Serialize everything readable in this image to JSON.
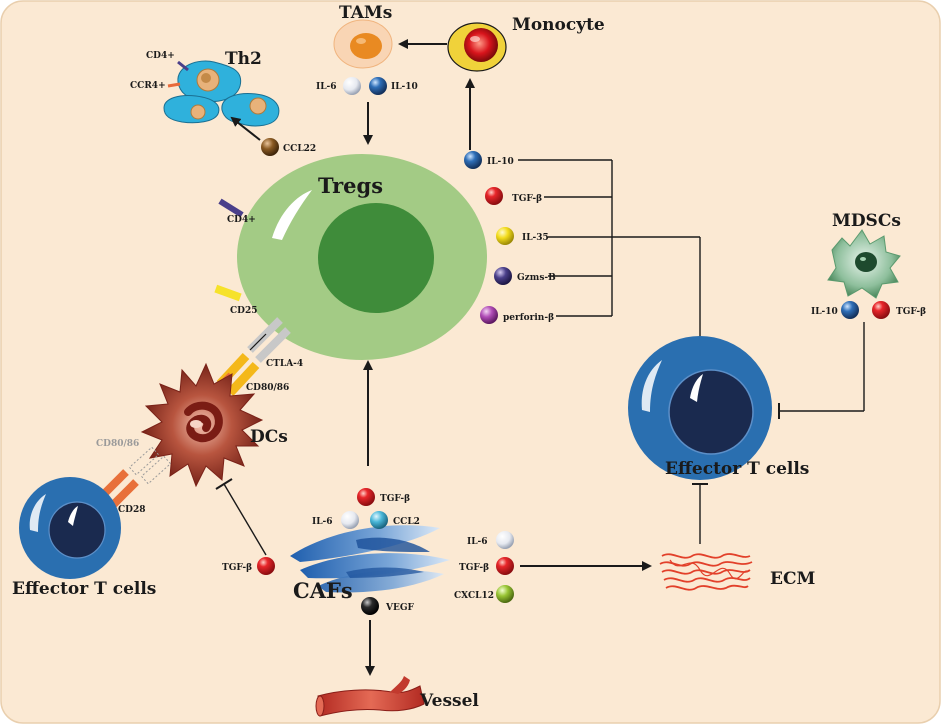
{
  "cells": {
    "tams": "TAMs",
    "monocyte": "Monocyte",
    "th2": "Th2",
    "tregs": "Tregs",
    "mdscs": "MDSCs",
    "dcs": "DCs",
    "effector_right": "Effector T cells",
    "effector_left": "Effector T cells",
    "cafs": "CAFs",
    "ecm": "ECM",
    "vessel": "Vessel"
  },
  "markers": {
    "th2_cd4": "CD4+",
    "th2_ccr4": "CCR4+",
    "treg_cd4": "CD4+",
    "cd25": "CD25",
    "ctla4": "CTLA-4",
    "cd80_86": "CD80/86",
    "cd80_86_faded": "CD80/86",
    "cd28": "CD28"
  },
  "factors": {
    "tam_il6": "IL-6",
    "tam_il10": "IL-10",
    "ccl22": "CCL22",
    "treg_il10": "IL-10",
    "treg_tgfb": "TGF-β",
    "treg_il35": "IL-35",
    "treg_gzmsb": "Gzms-B",
    "treg_perforin": "perforin-β",
    "mdsc_il10": "IL-10",
    "mdsc_tgfb": "TGF-β",
    "caf_tgfb_top": "TGF-β",
    "caf_il6": "IL-6",
    "caf_ccl2": "CCL2",
    "caf_tgfb_left": "TGF-β",
    "ecm_il6": "IL-6",
    "ecm_tgfb": "TGF-β",
    "cxcl12": "CXCL12",
    "vegf": "VEGF"
  },
  "colors": {
    "background": "#fbe9d3",
    "treg": "#a3cb85",
    "treg_nucleus": "#3f8c3a",
    "effector": "#2a6fb0",
    "effector_nucleus": "#1a2a4f",
    "th2": "#2aaed8",
    "tam": "#f7c39a",
    "monocyte_ring": "#f2d63a",
    "dc": "#a33a2a",
    "mdsc": "#7fb08e",
    "ecm": "#e2402a",
    "vessel": "#d14a3c"
  }
}
